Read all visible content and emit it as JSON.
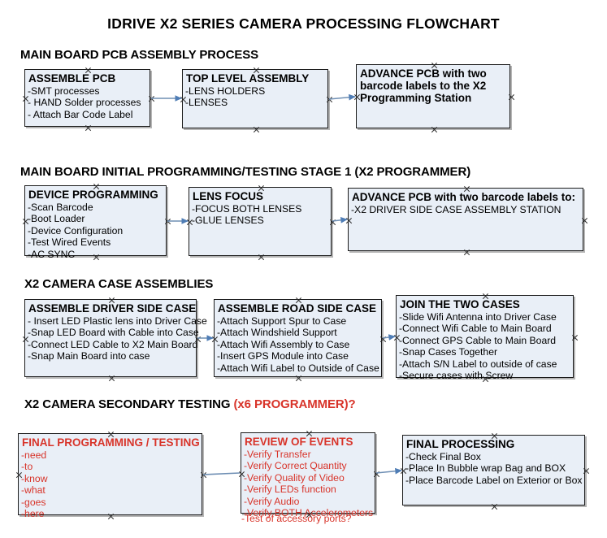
{
  "document": {
    "title": "IDRIVE X2  SERIES CAMERA PROCESSING FLOWCHART",
    "accent_color": "#d8342a",
    "node_fill": "#e9eff7",
    "node_border": "#1b1b1b",
    "connector_color": "#6f8fb4"
  },
  "sections": [
    {
      "id": "main-board-pcb-assembly",
      "heading": "MAIN BOARD PCB ASSEMBLY PROCESS",
      "heading_accent": ""
    },
    {
      "id": "main-board-initial-programming",
      "heading": "MAIN BOARD INITIAL PROGRAMMING/TESTING STAGE 1 (X2 PROGRAMMER)",
      "heading_accent": ""
    },
    {
      "id": "x2-camera-case-assemblies",
      "heading": "X2 CAMERA CASE ASSEMBLIES",
      "heading_accent": ""
    },
    {
      "id": "x2-camera-secondary-testing",
      "heading": "X2 CAMERA SECONDARY TESTING ",
      "heading_accent": "(x6 PROGRAMMER)?"
    }
  ],
  "nodes": {
    "assemble_pcb": {
      "title": "ASSEMBLE PCB",
      "lines": [
        "-SMT processes",
        "- HAND Solder processes",
        "- Attach Bar Code Label"
      ]
    },
    "top_level_assembly": {
      "title": "TOP LEVEL ASSEMBLY",
      "lines": [
        "-LENS HOLDERS",
        "-LENSES"
      ]
    },
    "advance_pcb_station": {
      "title": "ADVANCE PCB with two barcode labels to the  X2 Programming Station",
      "lines": []
    },
    "device_programming": {
      "title": "DEVICE PROGRAMMING",
      "lines": [
        "-Scan Barcode",
        "-Boot Loader",
        "-Device Configuration",
        "-Test Wired Events",
        "-AC SYNC"
      ]
    },
    "lens_focus": {
      "title": "LENS FOCUS",
      "lines": [
        "-FOCUS BOTH LENSES",
        "-GLUE LENSES"
      ]
    },
    "advance_pcb_driver_side": {
      "title": "ADVANCE PCB with two barcode labels to:",
      "lines": [
        "-X2 DRIVER  SIDE  CASE  ASSEMBLY STATION"
      ]
    },
    "assemble_driver_side_case": {
      "title": "ASSEMBLE DRIVER SIDE CASE",
      "lines": [
        "- Insert LED Plastic lens into Driver Case",
        "-Snap LED Board with Cable into Case",
        "-Connect LED Cable to X2 Main Board",
        "-Snap Main Board into case"
      ]
    },
    "assemble_road_side_case": {
      "title": "ASSEMBLE ROAD SIDE CASE",
      "lines": [
        "-Attach Support Spur to Case",
        "-Attach Windshield Support",
        "-Attach Wifi Assembly to Case",
        "-Insert GPS Module into Case",
        "-Attach Wifi Label to Outside of Case"
      ]
    },
    "join_the_two_cases": {
      "title": "JOIN THE TWO CASES",
      "lines": [
        "-Slide Wifi Antenna into Driver Case",
        "-Connect Wifi Cable to Main Board",
        "-Connect GPS Cable to Main Board",
        "-Snap Cases Together",
        "-Attach S/N Label to outside of case",
        "-Secure cases with Screw"
      ]
    },
    "final_programming_testing": {
      "title": "FINAL PROGRAMMING / TESTING",
      "lines": [
        "-need",
        "-to",
        "-know",
        "-what",
        "-goes",
        "-here"
      ]
    },
    "review_of_events": {
      "title": "REVIEW OF EVENTS",
      "lines": [
        "-Verify Transfer",
        "-Verify Correct Quantity",
        "-Verify Quality of Video",
        "-Verify LEDs function",
        "-Verify Audio",
        "-Verify BOTH Accelerometers"
      ],
      "overflow_line": "-Test of accessory ports?"
    },
    "final_processing": {
      "title": "FINAL PROCESSING",
      "lines": [
        "-Check Final Box",
        "-Place In Bubble wrap Bag and BOX",
        "-Place Barcode Label on Exterior or Box"
      ]
    }
  }
}
